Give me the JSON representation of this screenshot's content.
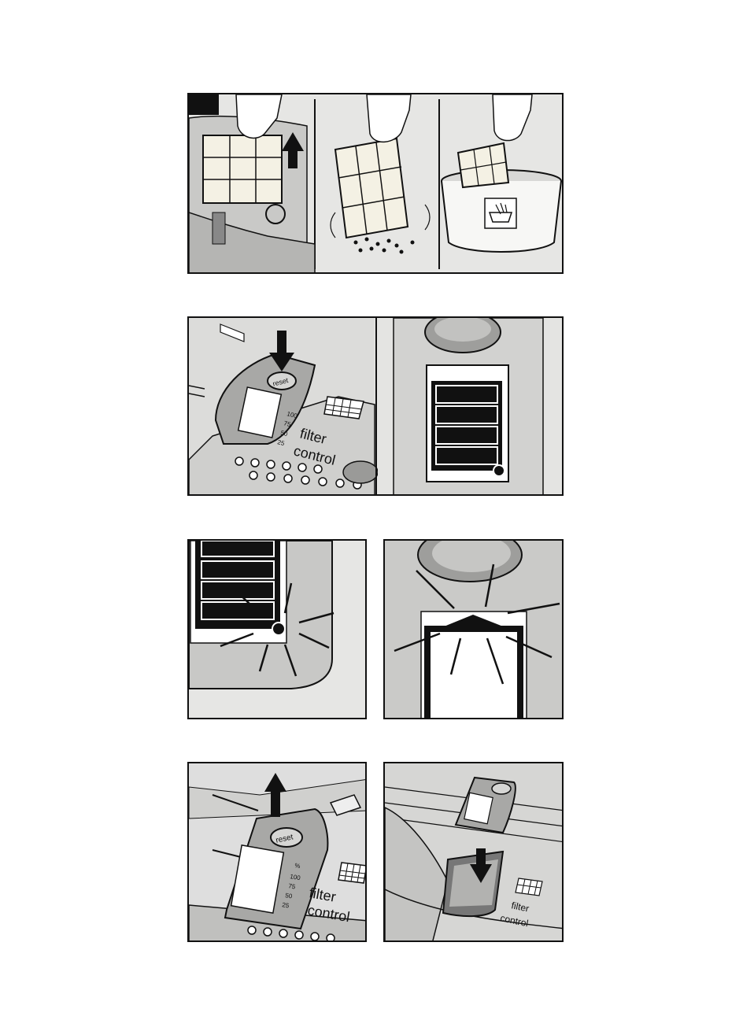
{
  "labels": {
    "reset": "reset",
    "filter": "filter",
    "control": "control",
    "pct": "%",
    "levels": [
      "100",
      "75",
      "50",
      "25"
    ]
  },
  "colors": {
    "ink": "#111111",
    "panel_bg": "#e6e6e4",
    "body_gray": "#bdbdbd",
    "dark_gray": "#8a8a8a"
  },
  "icons": [
    "hand-icon",
    "arrow-up-icon",
    "arrow-down-icon",
    "filter-grid-icon",
    "hand-wash-icon",
    "reset-button-icon",
    "indicator-dot-icon"
  ]
}
